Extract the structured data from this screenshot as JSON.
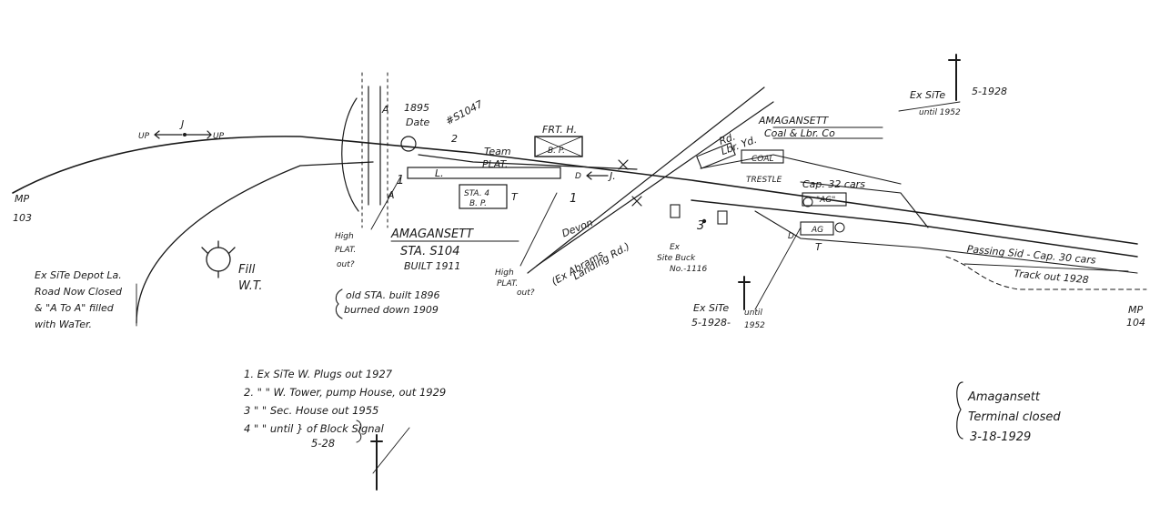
{
  "labels": {
    "milepost_left": "MP",
    "milepost_left_num": "103",
    "direction_up_left": "UP",
    "direction_j": "J",
    "direction_up_right": "UP",
    "bridge_a_top": "A",
    "bridge_a_bottom": "A",
    "year_1895": "1895",
    "date": "Date",
    "number_s1047": "#S1047",
    "marker_2": "2",
    "frt_h": "FRT. H.",
    "b_p_top": "B. P.",
    "team": "Team",
    "marker_1_left": "1",
    "plat_l": "L.",
    "plat": "PLAT.",
    "sta_4": "STA. 4",
    "b_p_lower": "B. P.",
    "t_plat": "T",
    "marker_1_right": "1",
    "d_j_arrow": "D",
    "d_j_label": "J.",
    "high_plat_left_1": "High",
    "high_plat_left_2": "PLAT.",
    "high_plat_left_3": "out?",
    "high_plat_right_1": "High",
    "high_plat_right_2": "PLAT.",
    "high_plat_right_3": "out?",
    "station_name": "AMAGANSETT",
    "station_number": "STA. S104",
    "built": "BUILT 1911",
    "devon": "Devon",
    "abrams_1": "(Ex Abrams",
    "abrams_2": "Landing Rd.)",
    "rd": "Rd.",
    "lbr_yd": "Lbr. Yd.",
    "coal": "COAL",
    "trestle": "TRESTLE",
    "company_1": "AMAGANSETT",
    "company_2": "Coal & Lbr. Co",
    "cap_32": "Cap. 32 cars",
    "ag_top": "\"AG\"",
    "ag_bottom": "AG",
    "d_ag": "D",
    "t_ag": "T",
    "ex_site_top": "Ex SiTe",
    "year_5_1928": "5-1928",
    "until_1952_top": "until 1952",
    "marker_3": "3",
    "ex_site_buck_1": "Ex",
    "ex_site_buck_2": "Site Buck",
    "ex_site_buck_3": "No.-1116",
    "ex_site_bottom": "Ex SiTe",
    "ex_site_bottom_years": "5-1928-",
    "until_1952_bottom_1": "until",
    "until_1952_bottom_2": "1952",
    "passing_sid": "Passing Sid - Cap. 30 cars",
    "track_out": "Track out 1928",
    "mp_right": "MP",
    "mp_right_num": "104",
    "ex_site_depot_1": "Ex SiTe Depot La.",
    "ex_site_depot_2": "Road Now Closed",
    "ex_site_depot_3": "& \"A To A\" filled",
    "ex_site_depot_4": "with WaTer.",
    "fill_wt_1": "Fill",
    "fill_wt_2": "W.T.",
    "old_sta_1": "old STA. built 1896",
    "old_sta_2": "burned down 1909",
    "terminal_1": "Amagansett",
    "terminal_2": "Terminal closed",
    "terminal_3": "3-18-1929"
  },
  "legend": [
    {
      "num": "1.",
      "text": "Ex SiTe  W. Plugs  out 1927"
    },
    {
      "num": "2.",
      "text": "\"   \"   W. Tower, pump House, out 1929"
    },
    {
      "num": "3",
      "text": "\"   \"   Sec. House  out 1955"
    },
    {
      "num": "4",
      "text": "\"   \"   until   } of Block Signal"
    },
    {
      "num": "",
      "text": "5-28"
    }
  ]
}
